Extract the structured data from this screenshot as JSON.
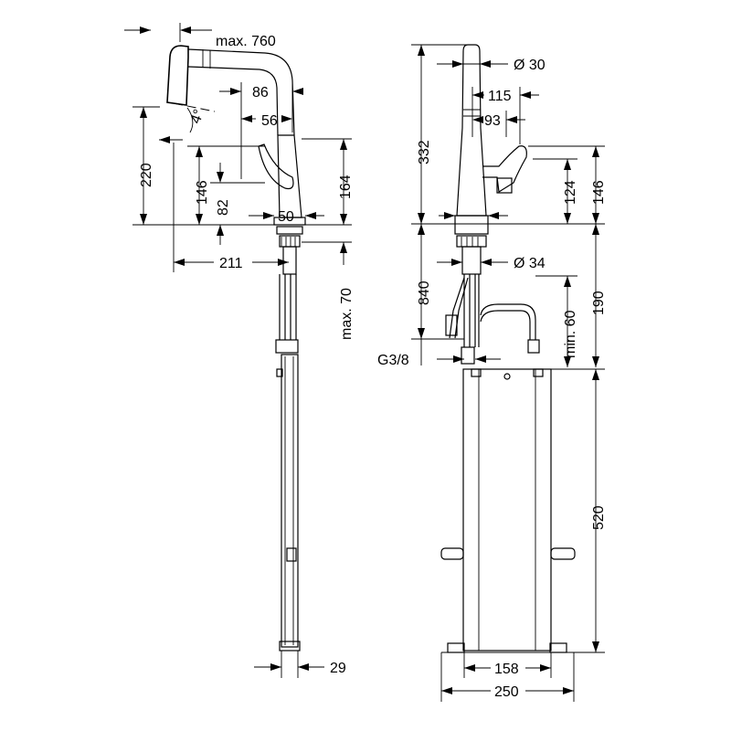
{
  "side_view": {
    "reach": "max. 760",
    "spout_dim_86": "86",
    "spout_dim_56": "56",
    "tilt_angle": "4°",
    "height_220": "220",
    "height_146": "146",
    "height_82": "82",
    "height_164": "164",
    "base_width": "50",
    "projection": "211",
    "deck_thickness": "max. 70",
    "box_depth": "29"
  },
  "front_view": {
    "spout_diameter": "Ø 30",
    "height_332": "332",
    "lever_115": "115",
    "lever_93": "93",
    "lever_124": "124",
    "lever_146": "146",
    "shank_diameter": "Ø 34",
    "hose_840": "840",
    "clearance": "min. 60",
    "connection_190": "190",
    "thread": "G3/8",
    "box_height": "520",
    "box_inner_width": "158",
    "box_outer_width": "250"
  }
}
